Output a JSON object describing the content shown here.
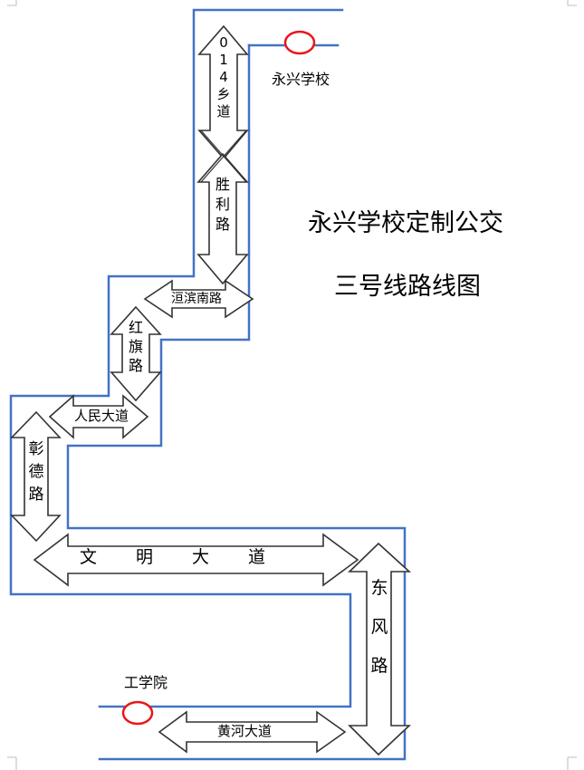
{
  "title_line1": "永兴学校定制公交",
  "title_line2": "三号线路线图",
  "stops": {
    "start": "永兴学校",
    "end": "工学院"
  },
  "roads": {
    "xiang_014": "014乡道",
    "shengli": "胜利路",
    "huanbin_nan": "洹滨南路",
    "hongqi": "红旗路",
    "renmin": "人民大道",
    "zhangde": "彰德路",
    "wenming": "文明大道",
    "dongfeng": "东风路",
    "huanghe": "黄河大道"
  },
  "colors": {
    "route_line": "#4472c4",
    "stop_marker": "#e8161b",
    "arrow_outline": "#333333"
  }
}
